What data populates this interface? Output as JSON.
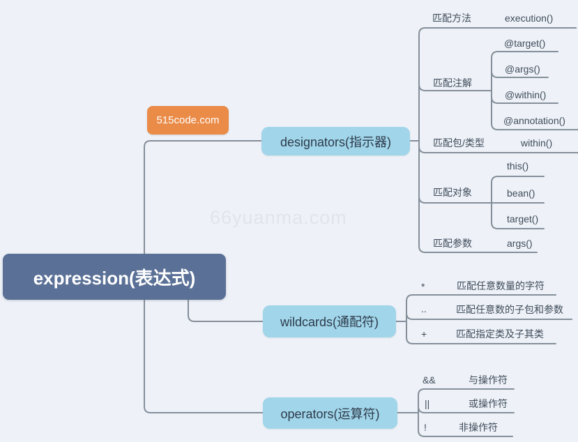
{
  "watermark": {
    "label": "66yuanma.com"
  },
  "badge": {
    "label": "515code.com"
  },
  "root": {
    "label": "expression(表达式)"
  },
  "branches": [
    {
      "label": "designators(指示器)",
      "groups": [
        {
          "label": "匹配方法",
          "children": [
            {
              "label": "execution()"
            }
          ]
        },
        {
          "label": "匹配注解",
          "children": [
            {
              "label": "@target()"
            },
            {
              "label": "@args()"
            },
            {
              "label": "@within()"
            },
            {
              "label": "@annotation()"
            }
          ]
        },
        {
          "label": "匹配包/类型",
          "children": [
            {
              "label": "within()"
            }
          ]
        },
        {
          "label": "匹配对象",
          "children": [
            {
              "label": "this()"
            },
            {
              "label": "bean()"
            },
            {
              "label": "target()"
            }
          ]
        },
        {
          "label": "匹配参数",
          "children": [
            {
              "label": "args()"
            }
          ]
        }
      ]
    },
    {
      "label": "wildcards(通配符)",
      "groups": [
        {
          "label": "*",
          "children": [
            {
              "label": "匹配任意数量的字符"
            }
          ]
        },
        {
          "label": "..",
          "children": [
            {
              "label": "匹配任意数的子包和参数"
            }
          ]
        },
        {
          "label": "+",
          "children": [
            {
              "label": "匹配指定类及子其类"
            }
          ]
        }
      ]
    },
    {
      "label": "operators(运算符)",
      "groups": [
        {
          "label": "&&",
          "children": [
            {
              "label": "与操作符"
            }
          ]
        },
        {
          "label": "||",
          "children": [
            {
              "label": "或操作符"
            }
          ]
        },
        {
          "label": "!",
          "children": [
            {
              "label": "非操作符"
            }
          ]
        }
      ]
    }
  ],
  "colors": {
    "background": "#eef2f8",
    "root_fill": "#5a7096",
    "branch_fill": "#a1d5ea",
    "badge_fill": "#ea8b47",
    "line": "#848e99",
    "leaf_text": "#3f4b59",
    "watermark_text": "#e0e4eb"
  }
}
